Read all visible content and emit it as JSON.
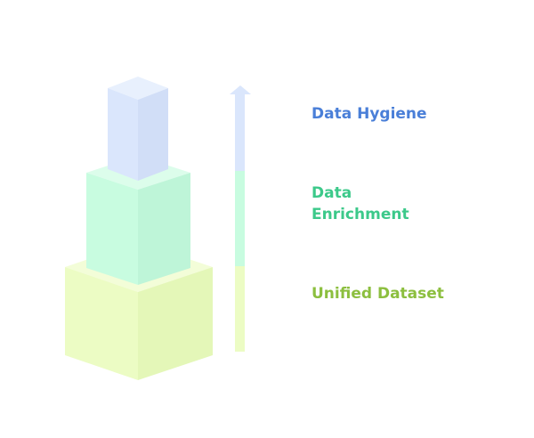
{
  "layers": [
    {
      "id": "hygiene",
      "label": "Data Hygiene",
      "color": "#4a7fd8"
    },
    {
      "id": "enrichment",
      "label": "Data\nEnrichment",
      "color": "#3cc98a"
    },
    {
      "id": "unified",
      "label": "Unified Dataset",
      "color": "#8cbf3f"
    }
  ],
  "colors": {
    "hygiene_front": "#dae6fc",
    "hygiene_side": "#d1def7",
    "hygiene_top": "#e8f0fd",
    "enrichment_front": "#c8fce0",
    "enrichment_side": "#bef5d8",
    "enrichment_top": "#dcfdeb",
    "unified_front": "#ecfcc4",
    "unified_side": "#e4f7b8",
    "unified_top": "#f3fdd8",
    "arrow_top": "#dae6fc",
    "arrow_mid": "#c8fce0",
    "arrow_bottom": "#ecfcc4"
  }
}
